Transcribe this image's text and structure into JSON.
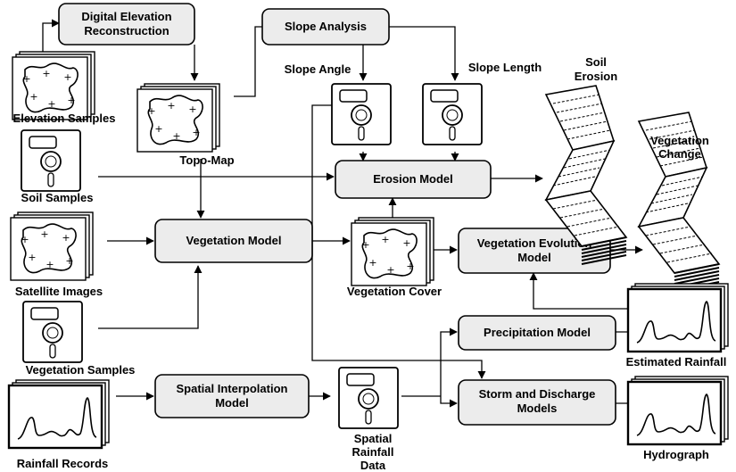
{
  "processes": {
    "digital_elevation_reconstruction": [
      "Digital Elevation",
      "Reconstruction"
    ],
    "slope_analysis": [
      "Slope Analysis"
    ],
    "erosion_model": [
      "Erosion Model"
    ],
    "vegetation_model": [
      "Vegetation Model"
    ],
    "vegetation_evolution_model": [
      "Vegetation Evolution",
      "Model"
    ],
    "precipitation_model": [
      "Precipitation Model"
    ],
    "spatial_interpolation_model": [
      "Spatial Interpolation",
      "Model"
    ],
    "storm_discharge_models": [
      "Storm and Discharge",
      "Models"
    ]
  },
  "data_labels": {
    "elevation_samples": "Elevation Samples",
    "topo_map": "Topo-Map",
    "soil_samples": "Soil Samples",
    "satellite_images": "Satellite Images",
    "vegetation_samples": "Vegetation Samples",
    "rainfall_records": "Rainfall Records",
    "slope_angle": "Slope Angle",
    "slope_length": "Slope Length",
    "vegetation_cover": "Vegetation Cover",
    "spatial_rainfall_data": [
      "Spatial",
      "Rainfall",
      "Data"
    ],
    "soil_erosion": [
      "Soil",
      "Erosion"
    ],
    "vegetation_change": [
      "Vegetation",
      "Change"
    ],
    "estimated_rainfall": "Estimated Rainfall",
    "hydrograph": "Hydrograph"
  },
  "icons": {
    "map_stack": "map-stack-icon",
    "floppy_disk": "floppy-disk-icon",
    "chart_stack": "chart-stack-icon",
    "folded_surface": "folded-surface-icon"
  }
}
